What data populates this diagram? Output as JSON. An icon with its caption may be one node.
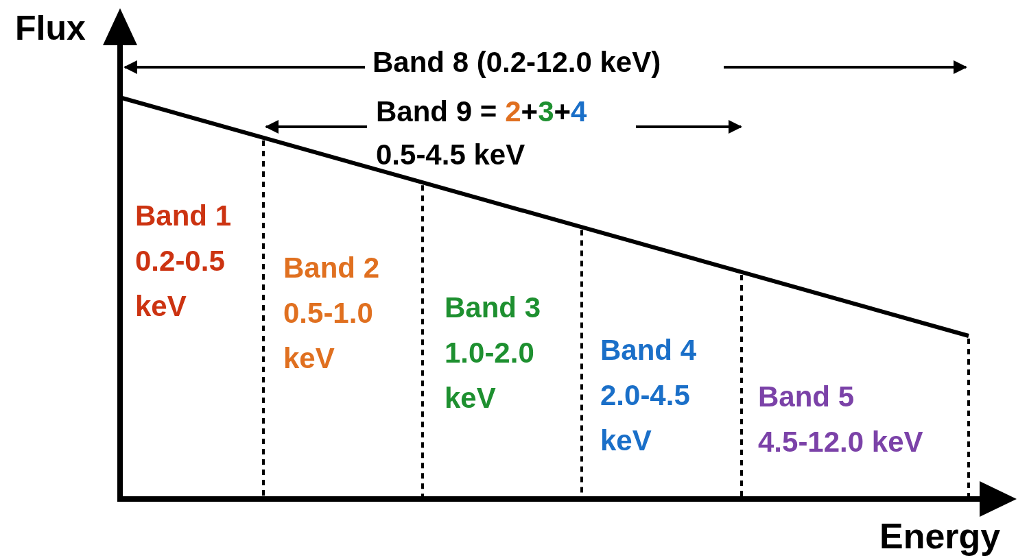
{
  "diagram": {
    "labels": [
      "Flux",
      "Band 8 (0.2-12.0 keV)",
      "Band 9 =",
      "2",
      "+",
      "3",
      "+",
      "4",
      "0.5-4.5 keV",
      "Band 1",
      "0.2-0.5 keV",
      "Band 2",
      "0.5-1.0 keV",
      "Band 3",
      "1.0-2.0 keV",
      "Band 4",
      "2.0-4.5 keV",
      "Band 5",
      "4.5-12.0 keV",
      "Energy"
    ]
  }
}
